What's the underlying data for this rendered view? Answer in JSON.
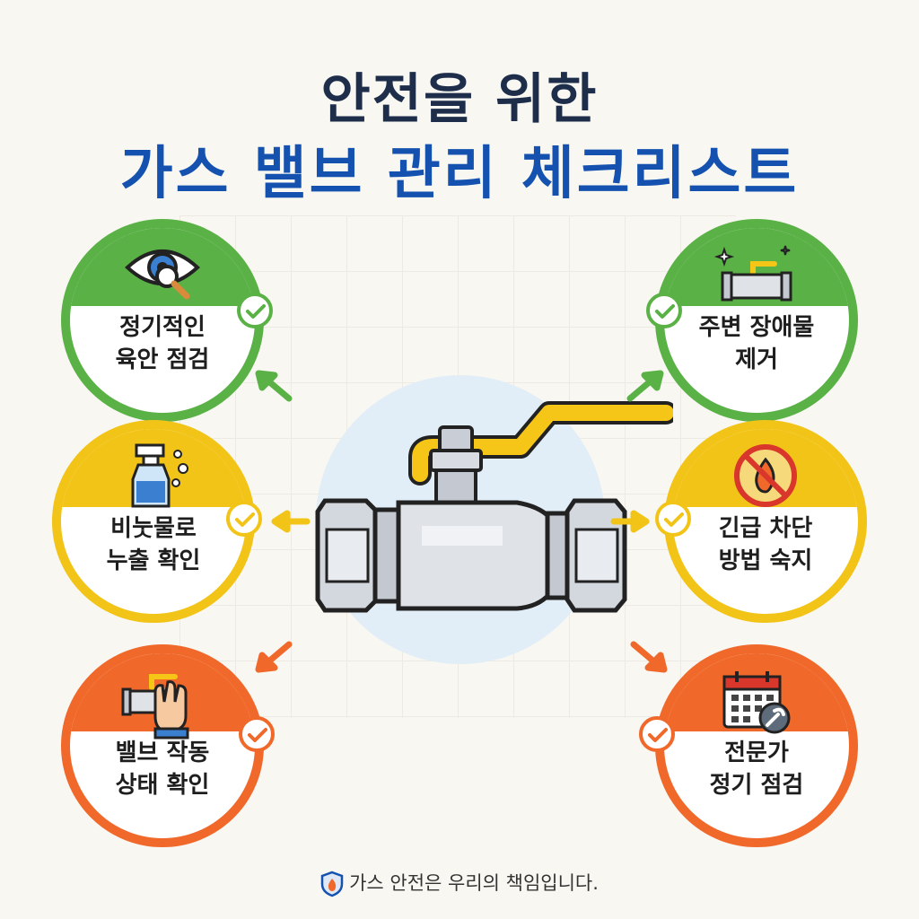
{
  "title": {
    "line1": "안전을 위한",
    "line2": "가스 밸브 관리 체크리스트"
  },
  "items": [
    {
      "line1": "정기적인",
      "line2": "육안 점검",
      "color": "#5ab146",
      "icon": "eye-magnifier-icon"
    },
    {
      "line1": "주변 장애물",
      "line2": "제거",
      "color": "#5ab146",
      "icon": "valve-sparkle-icon"
    },
    {
      "line1": "비눗물로",
      "line2": "누출 확인",
      "color": "#f2c418",
      "icon": "spray-bottle-icon"
    },
    {
      "line1": "긴급 차단",
      "line2": "방법 숙지",
      "color": "#f2c418",
      "icon": "no-fire-icon"
    },
    {
      "line1": "밸브 작동",
      "line2": "상태 확인",
      "color": "#f0682a",
      "icon": "hand-valve-icon"
    },
    {
      "line1": "전문가",
      "line2": "정기 점검",
      "color": "#f0682a",
      "icon": "calendar-wrench-icon"
    }
  ],
  "footer": {
    "text": "가스 안전은 우리의 책임입니다.",
    "icon": "shield-flame-icon"
  },
  "colors": {
    "title_dark": "#1d2d4a",
    "title_blue": "#1552b0",
    "handle_yellow": "#f5c518",
    "green": "#5ab146",
    "yellow": "#f2c418",
    "orange": "#f0682a"
  }
}
